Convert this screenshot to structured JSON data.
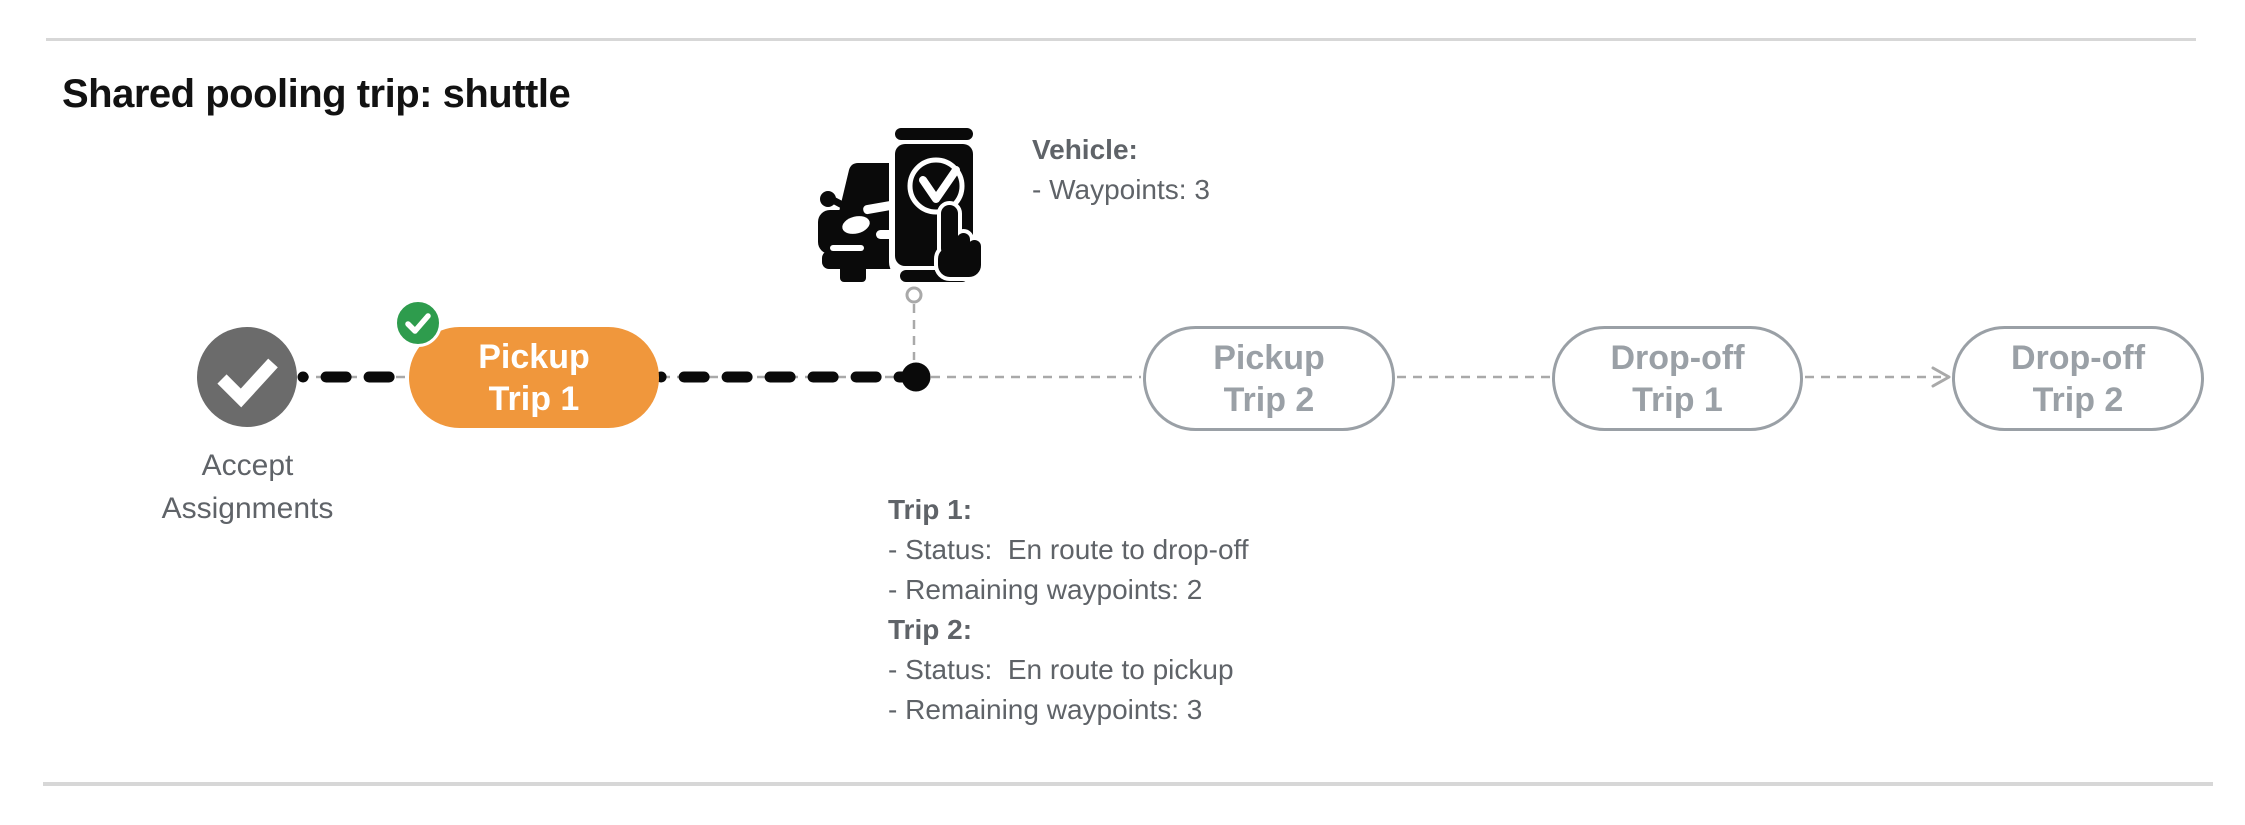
{
  "title": "Shared pooling trip: shuttle",
  "colors": {
    "title-text": "#121212",
    "muted-text": "#5f6368",
    "pending-gray": "#9aa0a6",
    "connector-gray": "#a9a9a9",
    "dash-black": "#0a0a0a",
    "active-orange": "#f0973c",
    "done-green": "#2e9c4d",
    "accept-gray": "#6b6b6b",
    "rule-gray": "#d7d7d7"
  },
  "timeline": {
    "accept_node": {
      "label_line1": "Accept",
      "label_line2": "Assignments",
      "icon": "check-icon",
      "status": "completed"
    },
    "completed_badge_icon": "check-badge-icon",
    "vehicle_icon": "car-phone-check-icon",
    "nodes": [
      {
        "line1": "Pickup",
        "line2": "Trip 1",
        "status": "active"
      },
      {
        "line1": "Pickup",
        "line2": "Trip 2",
        "status": "upcoming"
      },
      {
        "line1": "Drop-off",
        "line2": "Trip 1",
        "status": "upcoming"
      },
      {
        "line1": "Drop-off",
        "line2": "Trip 2",
        "status": "upcoming"
      }
    ]
  },
  "vehicle_info": {
    "heading": "Vehicle:",
    "lines": [
      "- Waypoints: 3"
    ]
  },
  "trip_info": [
    {
      "heading": "Trip 1:",
      "lines": [
        "- Status:  En route to drop-off",
        "- Remaining waypoints: 2"
      ]
    },
    {
      "heading": "Trip 2:",
      "lines": [
        "- Status:  En route to pickup",
        "- Remaining waypoints: 3"
      ]
    }
  ]
}
